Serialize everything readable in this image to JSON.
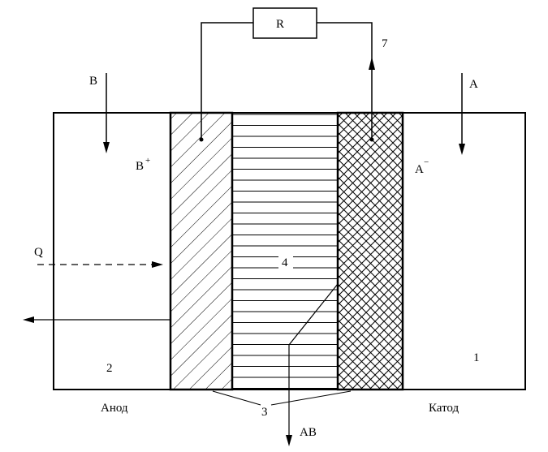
{
  "labels": {
    "resistor": "R",
    "lead_number": "7",
    "reactant_anode": "B",
    "reactant_cathode": "A",
    "ion_anode": "B",
    "ion_anode_charge": "+",
    "ion_cathode": "A",
    "ion_cathode_charge": "−",
    "heat": "Q",
    "electrolyte_number": "4",
    "anode_space_number": "2",
    "cathode_space_number": "1",
    "electrodes_number": "3",
    "anode": "Анод",
    "cathode": "Катод",
    "product": "AB"
  }
}
